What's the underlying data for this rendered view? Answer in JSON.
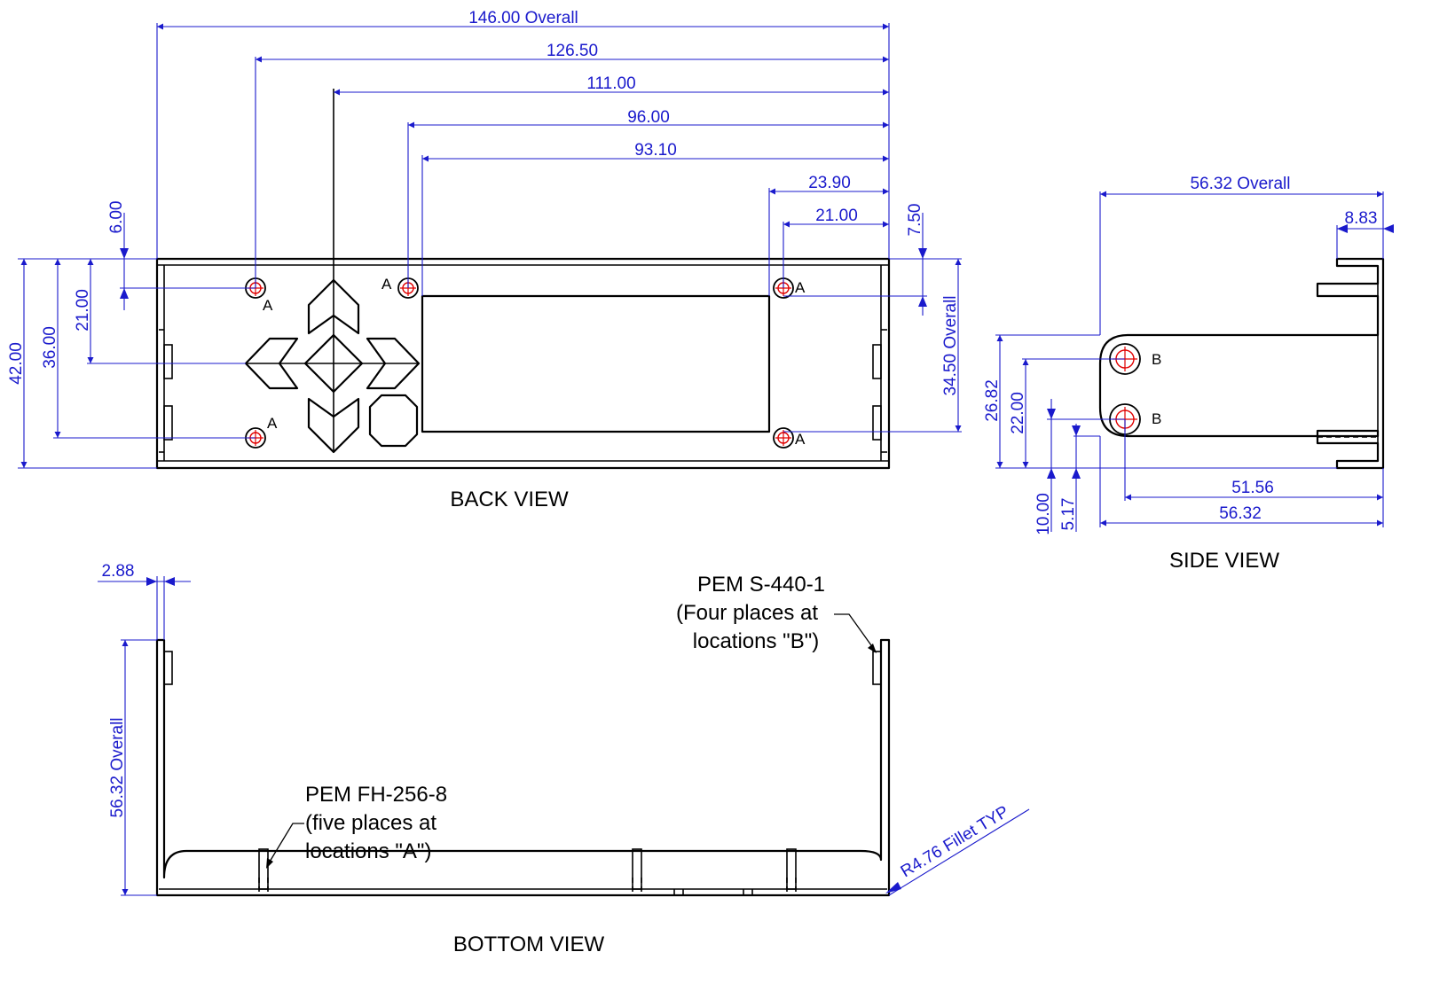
{
  "views": {
    "back": "BACK VIEW",
    "side": "SIDE VIEW",
    "bottom": "BOTTOM VIEW"
  },
  "dims": {
    "overall_146": "146.00 Overall",
    "d126": "126.50",
    "d111": "111.00",
    "d96": "96.00",
    "d93": "93.10",
    "d23_9": "23.90",
    "d21": "21.00",
    "d7_5": "7.50",
    "d6": "6.00",
    "v42": "42.00",
    "v36": "36.00",
    "v21": "21.00",
    "v34_5": "34.50 Overall",
    "side_overall": "56.32 Overall",
    "s8_83": "8.83",
    "s26_82": "26.82",
    "s22": "22.00",
    "s10": "10.00",
    "s5_17": "5.17",
    "s51_56": "51.56",
    "s56_32": "56.32",
    "b2_88": "2.88",
    "b56_overall": "56.32 Overall",
    "fillet": "R4.76 Fillet TYP"
  },
  "marks": {
    "a": "A",
    "b": "B"
  },
  "notes": {
    "pem_s_1": "PEM S-440-1",
    "pem_s_2": "(Four places at",
    "pem_s_3": "locations \"B\")",
    "pem_fh_1": "PEM FH-256-8",
    "pem_fh_2": "(five places at",
    "pem_fh_3": "locations \"A\")"
  },
  "colors": {
    "dimension": "#1a1acc",
    "part": "#000000",
    "center": "#e00000"
  }
}
